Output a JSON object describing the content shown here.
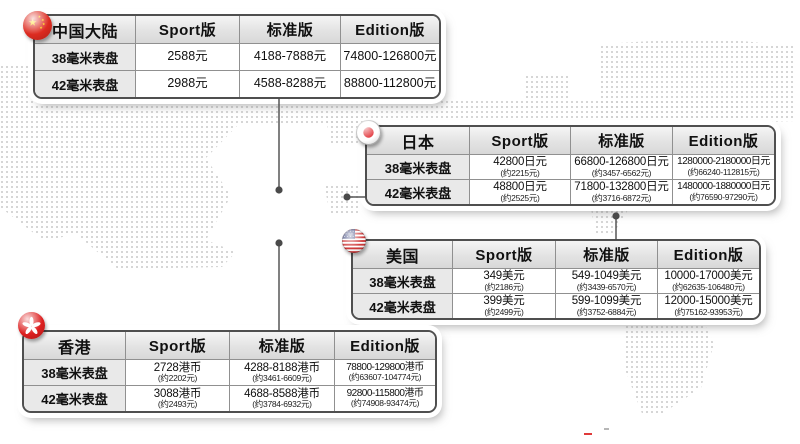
{
  "colors": {
    "map_dots": "#cbcbcb",
    "connector": "#4a4a4a",
    "flag_red": "#dd2b20",
    "table_border": "#4f4f4f",
    "header_bg": "#e3e3e3"
  },
  "chart_data": [
    {
      "type": "table",
      "region": "中国大陆",
      "flag": "china-flag",
      "columns": [
        "Sport版",
        "标准版",
        "Edition版"
      ],
      "rows": [
        {
          "label": "38毫米表盘",
          "cells": [
            {
              "main": "2588元",
              "sub": ""
            },
            {
              "main": "4188-7888元",
              "sub": ""
            },
            {
              "main": "74800-126800元",
              "sub": ""
            }
          ]
        },
        {
          "label": "42毫米表盘",
          "cells": [
            {
              "main": "2988元",
              "sub": ""
            },
            {
              "main": "4588-8288元",
              "sub": ""
            },
            {
              "main": "88800-112800元",
              "sub": ""
            }
          ]
        }
      ]
    },
    {
      "type": "table",
      "region": "日本",
      "flag": "japan-flag",
      "columns": [
        "Sport版",
        "标准版",
        "Edition版"
      ],
      "rows": [
        {
          "label": "38毫米表盘",
          "cells": [
            {
              "main": "42800日元",
              "sub": "(约2215元)"
            },
            {
              "main": "66800-126800日元",
              "sub": "(约3457-6562元)"
            },
            {
              "main": "1280000-2180000日元",
              "sub": "(约66240-112815元)"
            }
          ]
        },
        {
          "label": "42毫米表盘",
          "cells": [
            {
              "main": "48800日元",
              "sub": "(约2525元)"
            },
            {
              "main": "71800-132800日元",
              "sub": "(约3716-6872元)"
            },
            {
              "main": "1480000-1880000日元",
              "sub": "(约76590-97290元)"
            }
          ]
        }
      ]
    },
    {
      "type": "table",
      "region": "美国",
      "flag": "usa-flag",
      "columns": [
        "Sport版",
        "标准版",
        "Edition版"
      ],
      "rows": [
        {
          "label": "38毫米表盘",
          "cells": [
            {
              "main": "349美元",
              "sub": "(约2186元)"
            },
            {
              "main": "549-1049美元",
              "sub": "(约3439-6570元)"
            },
            {
              "main": "10000-17000美元",
              "sub": "(约62635-106480元)"
            }
          ]
        },
        {
          "label": "42毫米表盘",
          "cells": [
            {
              "main": "399美元",
              "sub": "(约2499元)"
            },
            {
              "main": "599-1099美元",
              "sub": "(约3752-6884元)"
            },
            {
              "main": "12000-15000美元",
              "sub": "(约75162-93953元)"
            }
          ]
        }
      ]
    },
    {
      "type": "table",
      "region": "香港",
      "flag": "hongkong-flag",
      "columns": [
        "Sport版",
        "标准版",
        "Edition版"
      ],
      "rows": [
        {
          "label": "38毫米表盘",
          "cells": [
            {
              "main": "2728港币",
              "sub": "(约2202元)"
            },
            {
              "main": "4288-8188港币",
              "sub": "(约3461-6609元)"
            },
            {
              "main": "78800-129800港币",
              "sub": "(约63607-104774元)"
            }
          ]
        },
        {
          "label": "42毫米表盘",
          "cells": [
            {
              "main": "3088港币",
              "sub": "(约2493元)"
            },
            {
              "main": "4688-8588港币",
              "sub": "(约3784-6932元)"
            },
            {
              "main": "92800-115800港币",
              "sub": "(约74908-93474元)"
            }
          ]
        }
      ]
    }
  ]
}
